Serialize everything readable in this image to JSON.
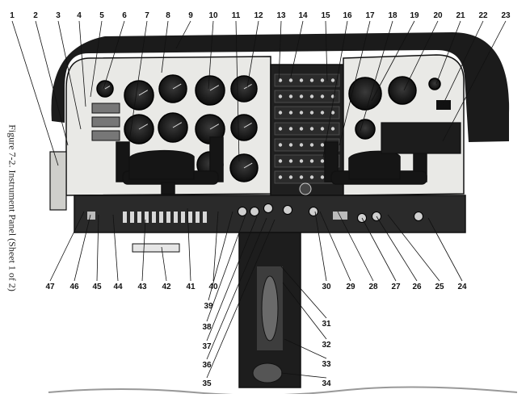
{
  "figure": {
    "caption": "Figure 7-2.  Instrument Panel (Sheet 1 of 2)"
  },
  "callouts_top": [
    "1",
    "2",
    "3",
    "4",
    "5",
    "6",
    "7",
    "8",
    "9",
    "10",
    "11",
    "12",
    "13",
    "14",
    "15",
    "16",
    "17",
    "18",
    "19",
    "20",
    "21",
    "22",
    "23"
  ],
  "callouts_bottom": [
    "47",
    "46",
    "45",
    "44",
    "43",
    "42",
    "41",
    "40",
    "39",
    "38",
    "37",
    "36",
    "35",
    "34",
    "33",
    "32",
    "31",
    "30",
    "29",
    "28",
    "27",
    "26",
    "25",
    "24"
  ],
  "colors": {
    "ink": "#111111",
    "panel_face": "#e9e9e6",
    "panel_dark": "#2a2a2a",
    "glareshield": "#1b1b1b",
    "instrument": "#141414",
    "paper": "#ffffff"
  }
}
